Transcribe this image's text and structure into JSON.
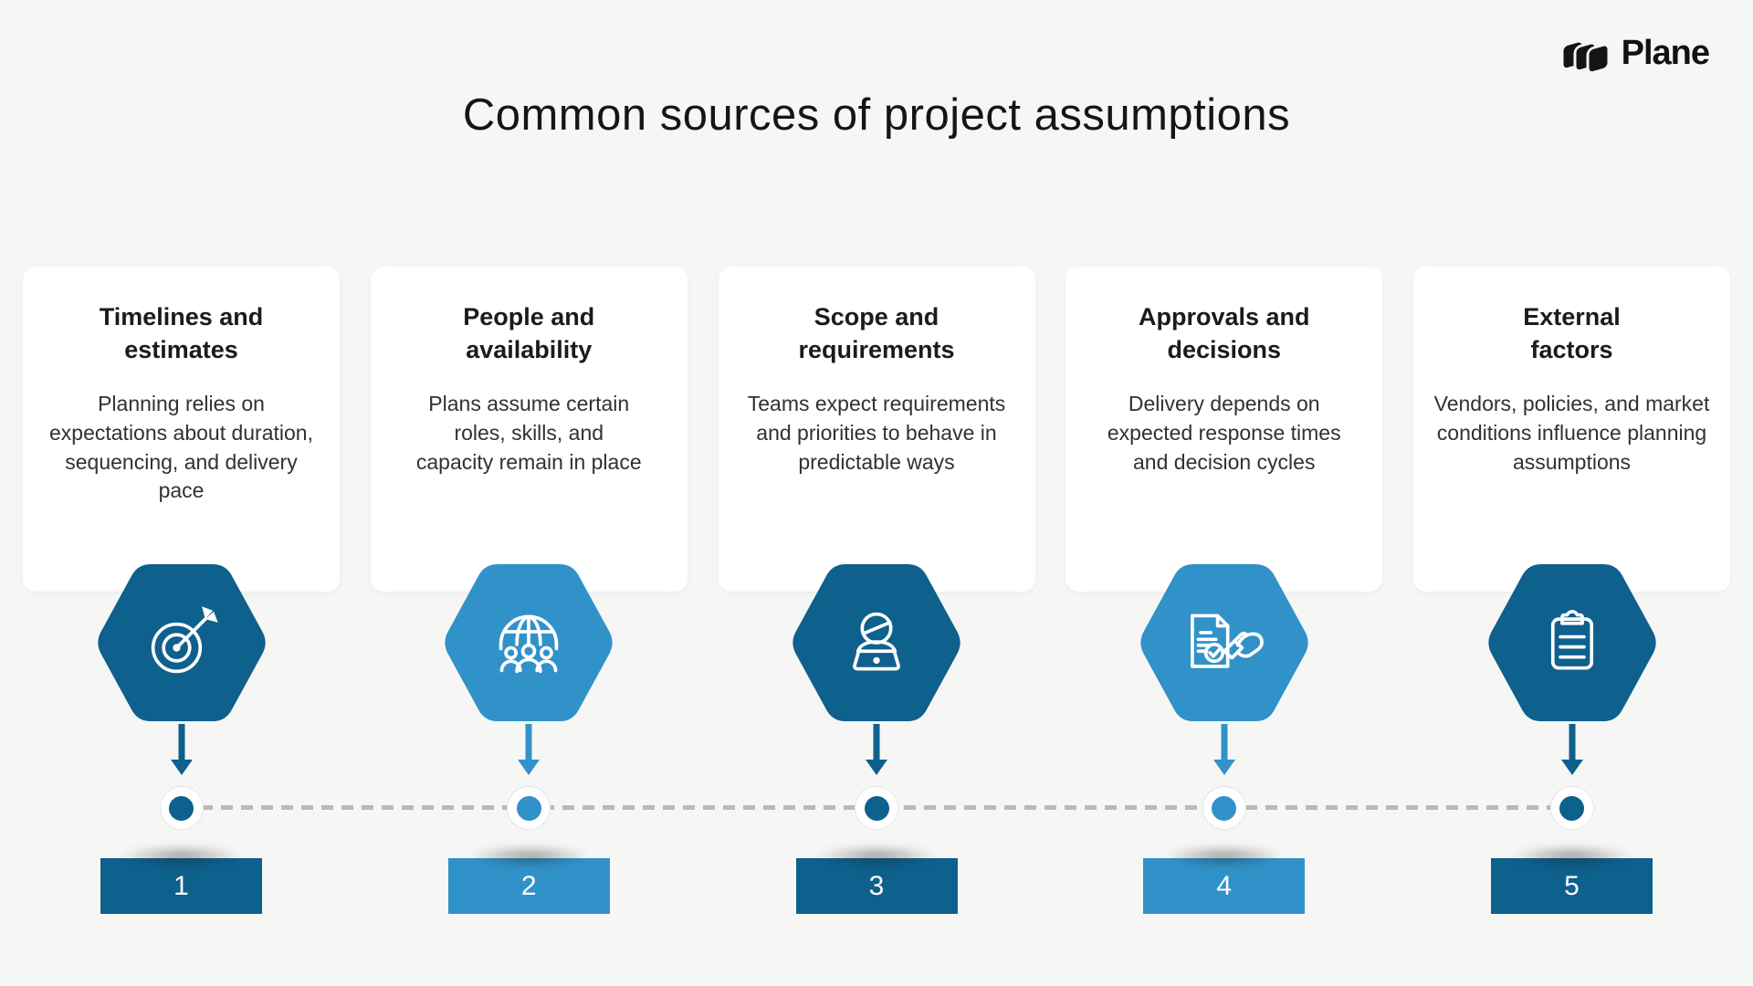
{
  "brand": {
    "name": "Plane"
  },
  "title": "Common sources of project assumptions",
  "colors": {
    "dark_blue": "#0e608d",
    "light_blue": "#3192c9",
    "background": "#f6f6f5",
    "card": "#ffffff",
    "dashed_line": "#b9b9b9",
    "text_dark": "#1b1b1b"
  },
  "columns": [
    {
      "number": "1",
      "title": "Timelines and estimates",
      "description": "Planning relies on expectations about duration, sequencing, and delivery pace",
      "icon": "target-icon",
      "tone": "dark"
    },
    {
      "number": "2",
      "title": "People and availability",
      "description": "Plans assume certain roles, skills, and capacity remain in place",
      "icon": "global-team-icon",
      "tone": "light"
    },
    {
      "number": "3",
      "title": "Scope and requirements",
      "description": "Teams expect requirements and priorities to behave in predictable ways",
      "icon": "person-laptop-icon",
      "tone": "dark"
    },
    {
      "number": "4",
      "title": "Approvals and decisions",
      "description": "Delivery depends on expected response times and decision cycles",
      "icon": "approval-stamp-icon",
      "tone": "light"
    },
    {
      "number": "5",
      "title": "External factors",
      "description": "Vendors, policies, and market conditions influence planning assumptions",
      "icon": "clipboard-icon",
      "tone": "dark"
    }
  ]
}
